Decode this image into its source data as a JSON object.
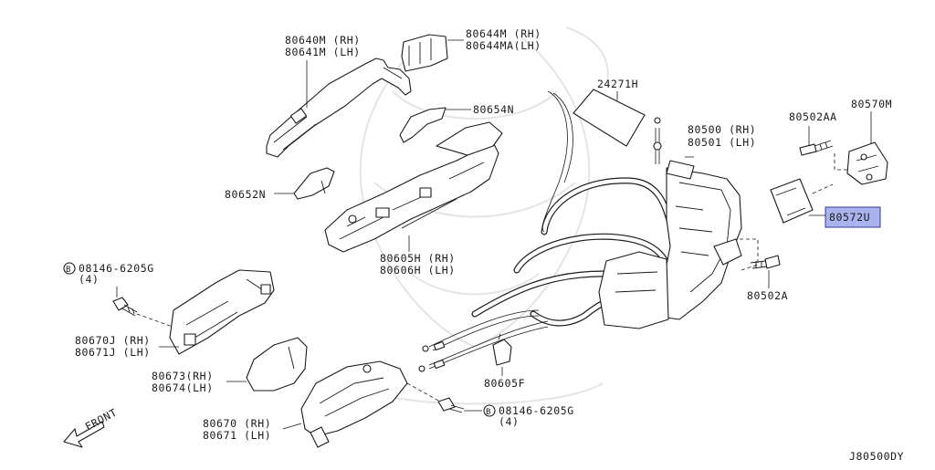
{
  "diagram": {
    "diagram_code": "J80500DY",
    "front_indicator": "FRONT",
    "highlight_color": "#a9b4ef",
    "labels": {
      "handle_outer_rh": "80640M (RH)",
      "handle_outer_lh": "80641M (LH)",
      "handle_grip_rh": "80644M  (RH)",
      "handle_grip_lh": "80644MA(LH)",
      "escutcheon": "80654N",
      "gasket": "80652N",
      "bracket_rh": "80605H (RH)",
      "bracket_lh": "80606H (LH)",
      "seal_24271h": "24271H",
      "lock_rh": "80500 (RH)",
      "lock_lh": "80501 (LH)",
      "bolt_aa": "80502AA",
      "striker": "80570M",
      "shim": "80572U",
      "bolt_a": "80502A",
      "clip": "80605F",
      "bolt_top": "08146-6205G",
      "bolt_top_qty": "(4)",
      "bolt_bottom": "08146-6205G",
      "bolt_bottom_qty": "(4)",
      "bolt_marker": "B",
      "inner_bracket_rh": "80670J (RH)",
      "inner_bracket_lh": "80671J (LH)",
      "inner_cover_rh": "80673(RH)",
      "inner_cover_lh": "80674(LH)",
      "inner_handle_rh": "80670 (RH)",
      "inner_handle_lh": "80671 (LH)"
    }
  }
}
